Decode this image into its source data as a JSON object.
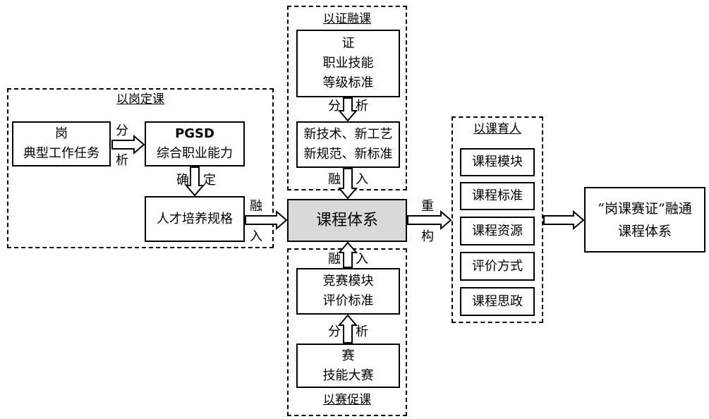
{
  "groups": {
    "gang": {
      "title": "以岗定课"
    },
    "zheng": {
      "title": "以证融课"
    },
    "sai": {
      "title": "以赛促课"
    },
    "ke": {
      "title": "以课育人"
    }
  },
  "boxes": {
    "gang": [
      "岗",
      "典型工作任务"
    ],
    "pgsd": [
      "PGSD",
      "综合职业能力"
    ],
    "rencai": "人才培养规格",
    "zheng": [
      "证",
      "职业技能",
      "等级标准"
    ],
    "xinjishu": [
      "新技术、新工艺",
      "新规范、新标准"
    ],
    "kecheng": "课程体系",
    "jingsai": [
      "竞赛模块",
      "评价标准"
    ],
    "sai": [
      "赛",
      "技能大赛"
    ],
    "final": [
      "“岗课赛证”融通",
      "课程体系"
    ]
  },
  "modules": [
    "课程模块",
    "课程标准",
    "课程资源",
    "评价方式",
    "课程思政"
  ],
  "arrow_labels": {
    "gang_pgsd": [
      "分",
      "析"
    ],
    "pgsd_rencai": [
      "确",
      "定"
    ],
    "rencai_kecheng": [
      "融",
      "入"
    ],
    "zheng_xinjishu": [
      "分",
      "析"
    ],
    "xinjishu_kecheng": [
      "融",
      "入"
    ],
    "jingsai_kecheng": [
      "融",
      "入"
    ],
    "sai_jingsai": [
      "分",
      "析"
    ],
    "kecheng_ke": [
      "重",
      "构"
    ]
  }
}
